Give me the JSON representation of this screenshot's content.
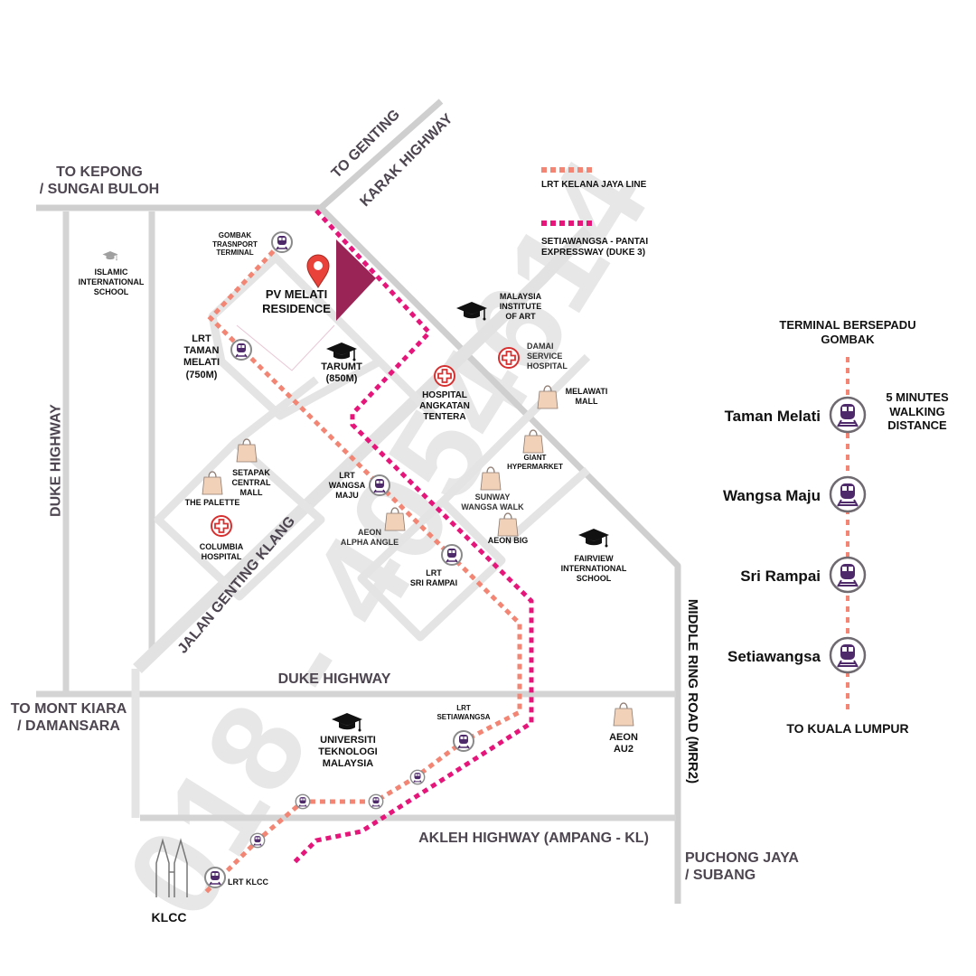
{
  "title": "PV MELATI RESIDENCE location map",
  "watermark": "018 - 4054614",
  "colors": {
    "lrt_line": "#f28573",
    "duke3_line": "#e6157a",
    "road": "#d4d4d4",
    "road_label": "#4d4550",
    "site_triangle": "#9b2457",
    "pin": "#e8423a",
    "station_icon": "#4e2a6b",
    "hospital": "#d63030",
    "shopping_bag": "#f1d2b8"
  },
  "legend": [
    {
      "label": "LRT KELANA JAYA LINE",
      "line": "lrt"
    },
    {
      "label": "SETIAWANGSA - PANTAI\nEXPRESSWAY (DUKE 3)",
      "line": "duke3"
    }
  ],
  "roads": {
    "to_kepong": "TO KEPONG\n/ SUNGAI BULOH",
    "to_genting": "TO GENTING",
    "karak": "KARAK HIGHWAY",
    "duke_vertical": "DUKE HIGHWAY",
    "duke_horizontal": "DUKE HIGHWAY",
    "jalan_genting_klang": "JALAN GENTING KLANG",
    "to_mont_kiara": "TO MONT KIARA\n/ DAMANSARA",
    "mrr2": "MIDDLE RING ROAD (MRR2)",
    "akleh": "AKLEH HIGHWAY (AMPANG - KL)",
    "puchong": "PUCHONG JAYA\n/ SUBANG"
  },
  "site": {
    "name": "PV MELATI\nRESIDENCE",
    "icon": "map-pin-icon"
  },
  "pois": {
    "islamic_school": "ISLAMIC\nINTERNATIONAL\nSCHOOL",
    "gombak_terminal": "GOMBAK\nTRASNPORT\nTERMINAL",
    "lrt_taman_melati": "LRT\nTAMAN\nMELATI\n(750M)",
    "tarumt": "TARUMT\n(850M)",
    "malaysia_institute_art": "MALAYSIA\nINSTITUTE\nOF ART",
    "damai_hospital": "DAMAI\nSERVICE\nHOSPITAL",
    "hospital_angkatan": "HOSPITAL\nANGKATAN\nTENTERA",
    "melawati_mall": "MELAWATI\nMALL",
    "giant": "GIANT\nHYPERMARKET",
    "setapak_central": "SETAPAK\nCENTRAL\nMALL",
    "the_palette": "THE PALETTE",
    "lrt_wangsa_maju": "LRT\nWANGSA\nMAJU",
    "sunway_wangsa_walk": "SUNWAY\nWANGSA WALK",
    "aeon_alpha_angle": "AEON\nALPHA ANGLE",
    "aeon_big": "AEON BIG",
    "columbia_hospital": "COLUMBIA\nHOSPITAL",
    "lrt_sri_rampai": "LRT\nSRI RAMPAI",
    "fairview_school": "FAIRVIEW\nINTERNATIONAL\nSCHOOL",
    "lrt_setiawangsa": "LRT\nSETIAWANGSA",
    "utm": "UNIVERSITI\nTEKNOLOGI\nMALAYSIA",
    "aeon_au2": "AEON\nAU2",
    "lrt_klcc": "LRT KLCC",
    "klcc": "KLCC"
  },
  "line_diagram": {
    "top": "TERMINAL BERSEPADU\nGOMBAK",
    "note": "5 MINUTES\nWALKING\nDISTANCE",
    "bottom": "TO KUALA LUMPUR",
    "stations": [
      "Taman Melati",
      "Wangsa Maju",
      "Sri Rampai",
      "Setiawangsa"
    ]
  }
}
